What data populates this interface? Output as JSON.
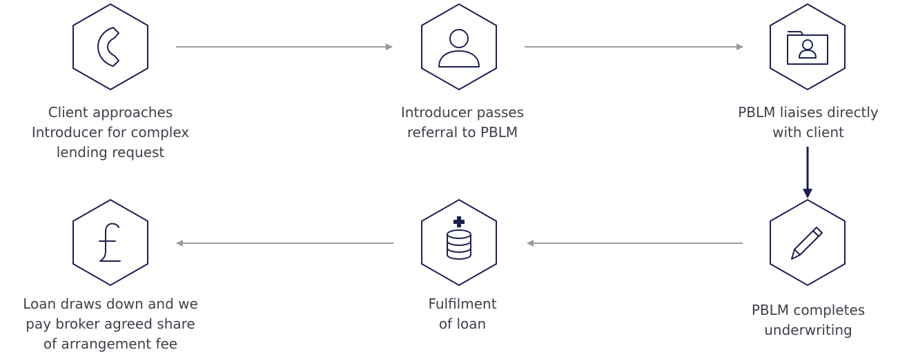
{
  "diagram": {
    "colors": {
      "icon_stroke": "#1a1f4e",
      "arrow_gray": "#9a9a9f",
      "arrow_navy": "#1a1f4e",
      "text": "#3f3f4a"
    },
    "steps": [
      {
        "label": "Client approaches\nIntroducer for complex\nlending request",
        "icon": "telephone-handset-icon"
      },
      {
        "label": "Introducer passes\nreferral to PBLM",
        "icon": "person-icon"
      },
      {
        "label": "PBLM liaises directly\nwith client",
        "icon": "folder-profile-icon"
      },
      {
        "label": "Loan draws down and we\npay broker agreed share\nof arrangement fee",
        "icon": "pound-sign-icon"
      },
      {
        "label": "Fulfilment\nof loan",
        "icon": "coin-stack-plus-icon"
      },
      {
        "label": "PBLM completes\nunderwriting",
        "icon": "pencil-icon"
      }
    ],
    "flow": [
      {
        "from": 1,
        "to": 2,
        "direction": "right",
        "color": "gray"
      },
      {
        "from": 2,
        "to": 3,
        "direction": "right",
        "color": "gray"
      },
      {
        "from": 3,
        "to": 6,
        "direction": "down",
        "color": "navy"
      },
      {
        "from": 6,
        "to": 5,
        "direction": "left",
        "color": "gray"
      },
      {
        "from": 5,
        "to": 4,
        "direction": "left",
        "color": "gray"
      }
    ]
  }
}
